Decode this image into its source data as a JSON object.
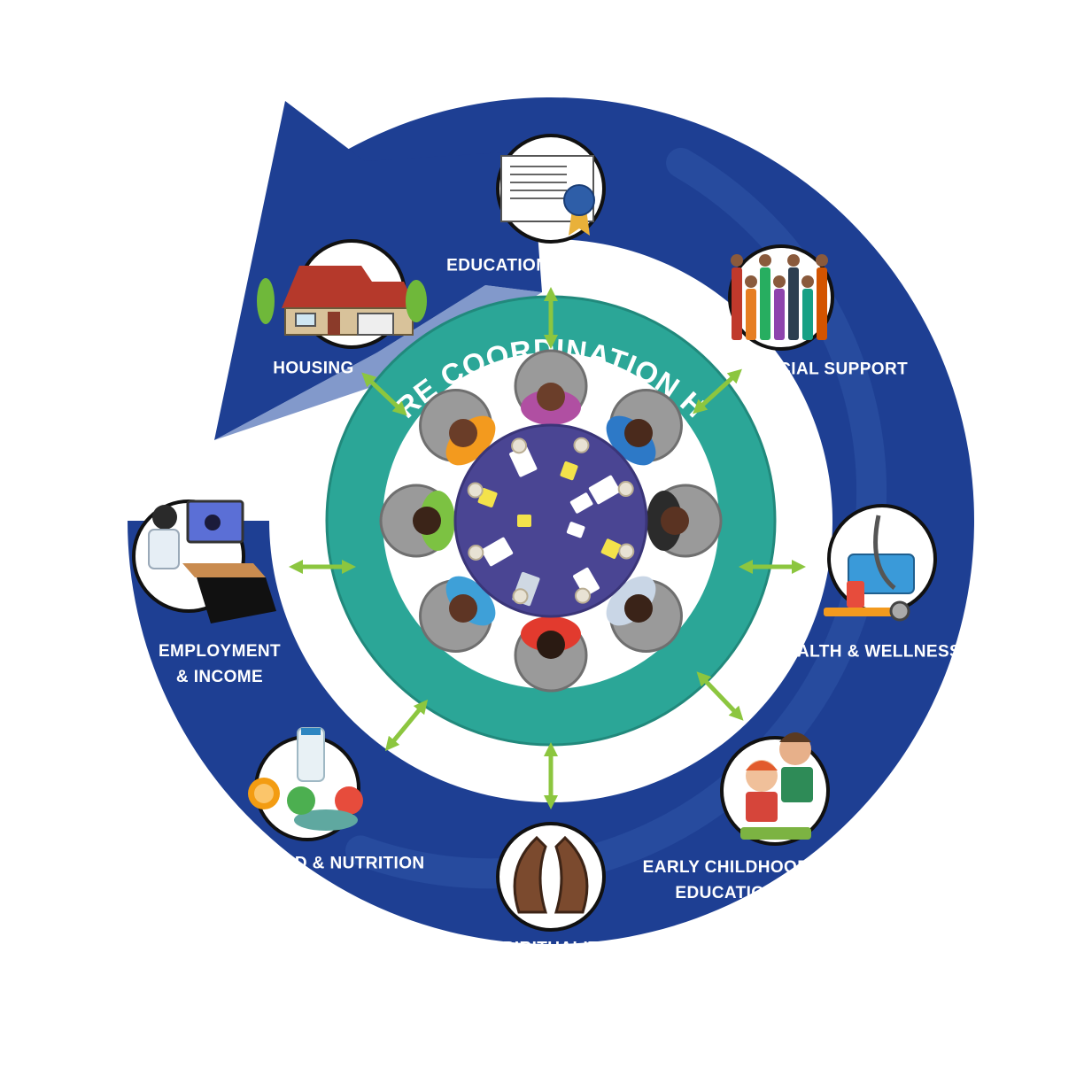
{
  "hub": {
    "title": "CARE COORDINATION HUB"
  },
  "services": [
    {
      "id": "education",
      "lines": [
        "EDUCATION & TRAINING"
      ],
      "icon": "certificate-icon"
    },
    {
      "id": "social",
      "lines": [
        "SOCIAL SUPPORT"
      ],
      "icon": "family-group-icon"
    },
    {
      "id": "health",
      "lines": [
        "HEALTH & WELLNESS"
      ],
      "icon": "stethoscope-icon"
    },
    {
      "id": "early-childhood",
      "lines": [
        "EARLY CHILDHOOD",
        "EDUCATION"
      ],
      "icon": "children-reading-icon"
    },
    {
      "id": "spirituality",
      "lines": [
        "SPIRITUALITY"
      ],
      "icon": "praying-hands-icon"
    },
    {
      "id": "food",
      "lines": [
        "FOOD & NUTRITION"
      ],
      "icon": "food-basket-icon"
    },
    {
      "id": "employment",
      "lines": [
        "EMPLOYMENT",
        "& INCOME"
      ],
      "icon": "computer-desk-icon"
    },
    {
      "id": "housing",
      "lines": [
        "HOUSING"
      ],
      "icon": "house-icon"
    }
  ],
  "colors": {
    "ring": "#1e3f93",
    "ring_light": "#2f55a8",
    "hub_ring": "#2ba697",
    "hub_ring_dark": "#21897c",
    "arrow": "#8cc63f",
    "table": "#4a4593",
    "label": "#ffffff"
  }
}
